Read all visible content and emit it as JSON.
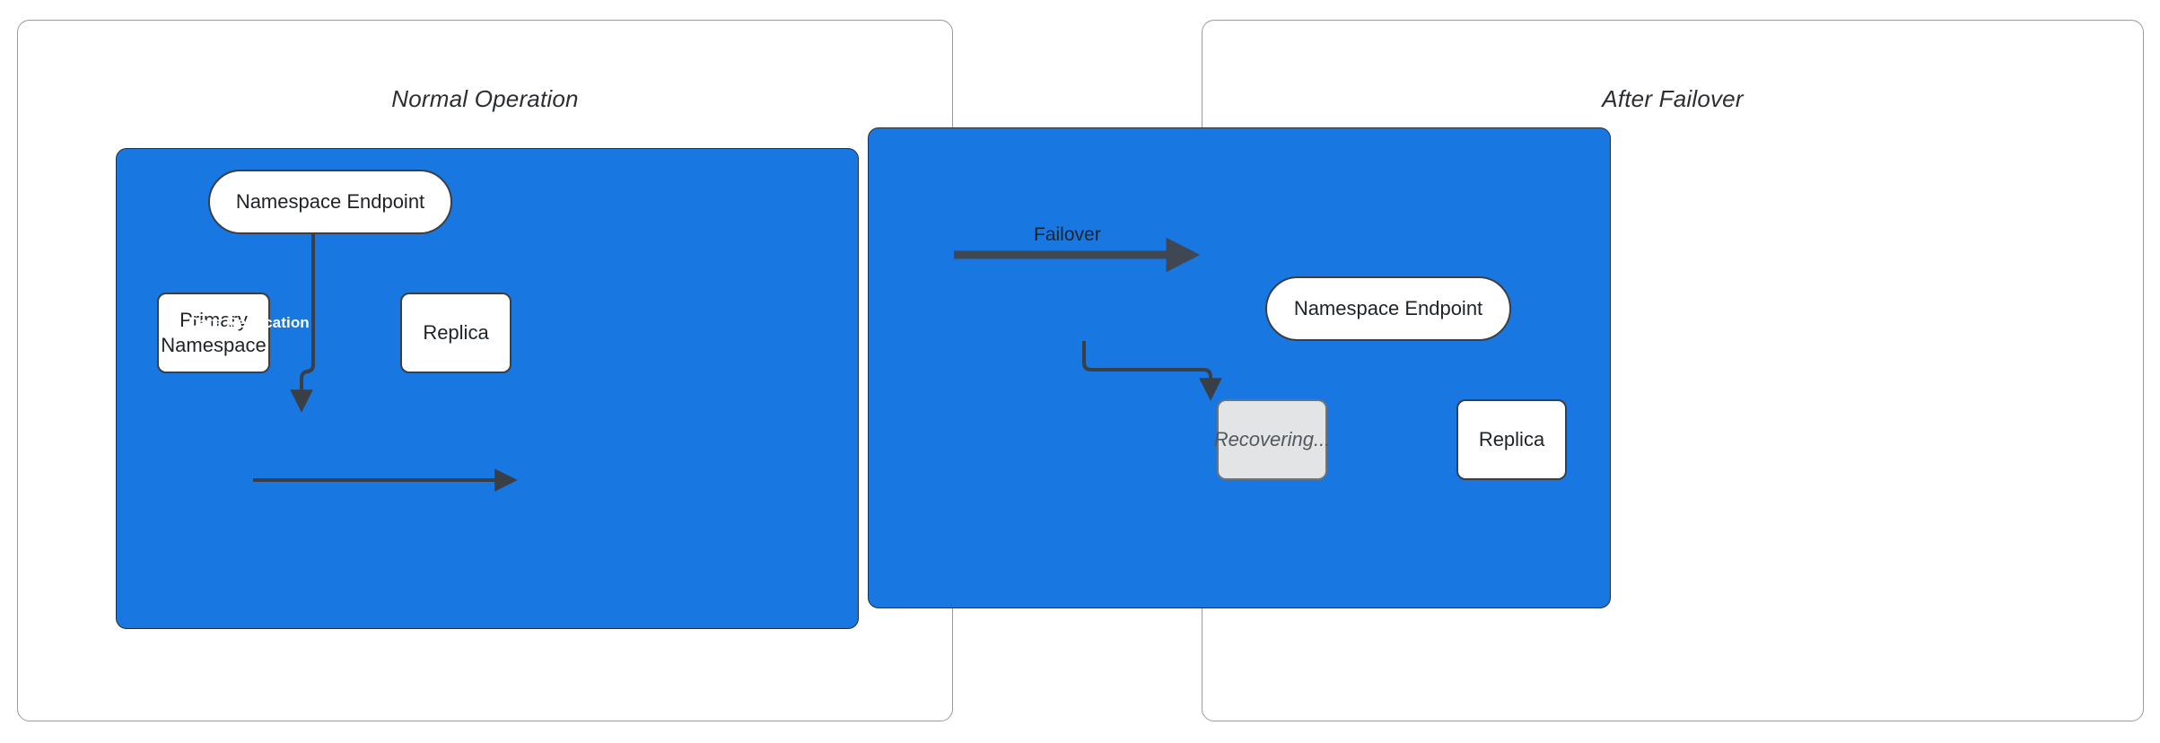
{
  "diagram": {
    "title_left": "Normal Operation",
    "title_right": "After Failover",
    "colors": {
      "region_fill": "#1877e0",
      "node_fill": "#ffffff",
      "node_stroke": "#3a3f45",
      "recovering_fill": "#e2e4e6",
      "recovering_text": "#52585e",
      "edge_stroke": "#3a3f45",
      "transition_arrow": "#3f4753",
      "panel_stroke": "#9a9a9a"
    }
  },
  "panels": [
    {
      "id": "normal-operation",
      "title": "Normal Operation",
      "nodes": [
        {
          "id": "endpoint",
          "label": "Namespace Endpoint",
          "shape": "stadium",
          "state": "active"
        },
        {
          "id": "primary",
          "label": "Primary\nNamespace",
          "line1": "Primary",
          "line2": "Namespace",
          "shape": "rect",
          "state": "active"
        },
        {
          "id": "replica",
          "label": "Replica",
          "shape": "rect",
          "state": "active"
        }
      ],
      "edges": [
        {
          "from": "endpoint",
          "to": "primary",
          "label": ""
        },
        {
          "from": "primary",
          "to": "replica",
          "label": "Data Replication"
        }
      ]
    },
    {
      "id": "after-failover",
      "title": "After Failover",
      "nodes": [
        {
          "id": "endpoint",
          "label": "Namespace Endpoint",
          "shape": "stadium",
          "state": "active"
        },
        {
          "id": "recovering",
          "label": "Recovering...",
          "shape": "rect",
          "state": "recovering"
        },
        {
          "id": "replica",
          "label": "Replica",
          "shape": "rect",
          "state": "active"
        }
      ],
      "edges": [
        {
          "from": "endpoint",
          "to": "replica",
          "label": ""
        }
      ]
    }
  ],
  "transition": {
    "label": "Failover",
    "from_panel": "normal-operation",
    "to_panel": "after-failover"
  }
}
